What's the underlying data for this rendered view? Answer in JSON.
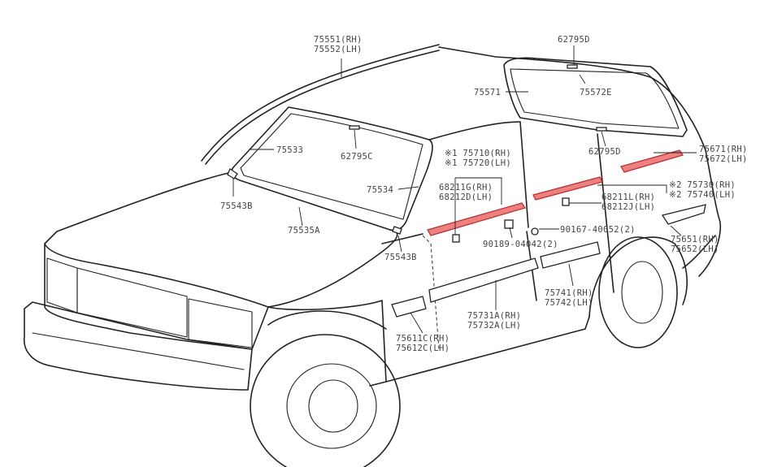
{
  "labels": {
    "l75551": "75551(RH)",
    "l75552": "75552(LH)",
    "l62795d_top": "62795D",
    "l75571": "75571",
    "l75572e": "75572E",
    "l75533": "75533",
    "l62795c": "62795C",
    "l62795d_mid": "62795D",
    "l75710": "※1 75710(RH)",
    "l75720": "※1 75720(LH)",
    "l68211g": "68211G(RH)",
    "l68212d": "68212D(LH)",
    "l75534": "75534",
    "l75543b_left": "75543B",
    "l75535a": "75535A",
    "l75543b_right": "75543B",
    "l75671": "75671(RH)",
    "l75672": "75672(LH)",
    "l75730": "※2 75730(RH)",
    "l75740": "※2 75740(LH)",
    "l68211l": "68211L(RH)",
    "l68212j": "68212J(LH)",
    "l90167": "90167-40052(2)",
    "l90189": "90189-04042(2)",
    "l75651": "75651(RH)",
    "l75652": "75652(LH)",
    "l75741": "75741(RH)",
    "l75742": "75742(LH)",
    "l75731a": "75731A(RH)",
    "l75732a": "75732A(LH)",
    "l75611c": "75611C(RH)",
    "l75612c": "75612C(LH)"
  },
  "colors": {
    "highlight_fill": "#ef8080",
    "highlight_stroke": "#b53030",
    "line": "#222222",
    "label_text": "#444444"
  }
}
